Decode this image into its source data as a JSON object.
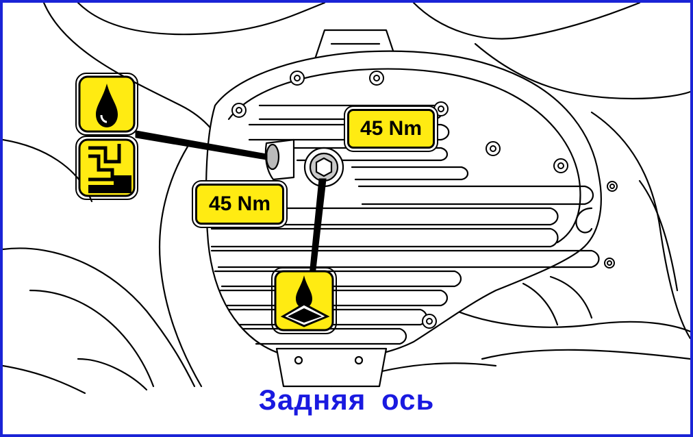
{
  "labels": {
    "torque_upper": "45 Nm",
    "torque_lower": "45 Nm"
  },
  "caption": "Задняя  ось",
  "icons": {
    "fill_icon": "oil-drop-icon",
    "level_icon": "oil-level-check-icon",
    "drain_icon": "oil-drain-icon"
  },
  "colors": {
    "frame": "#1a24d6",
    "label_fill": "#ffeb12",
    "caption": "#1a1ae0"
  }
}
